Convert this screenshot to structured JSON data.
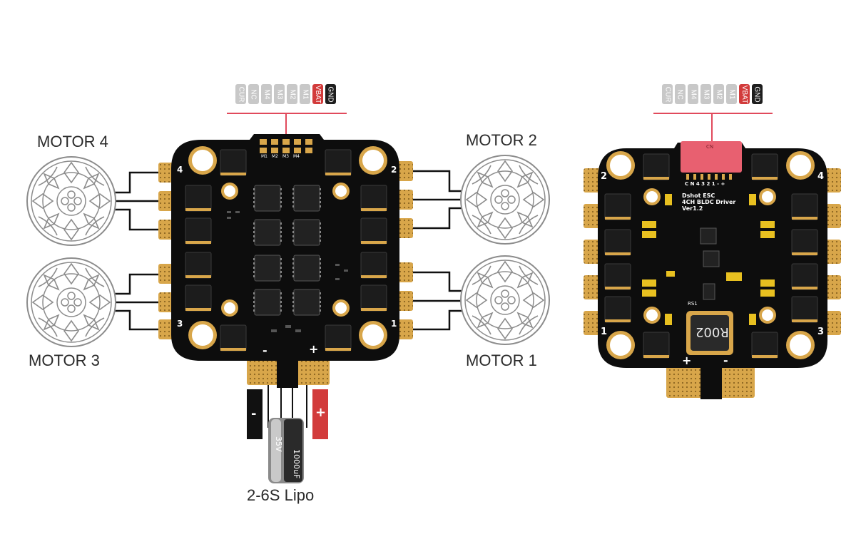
{
  "connector": {
    "pins": [
      "CUR",
      "NC",
      "M4",
      "M3",
      "M2",
      "M1",
      "VBAT",
      "GND"
    ],
    "pin_colors": {
      "default": "#c8c8c8",
      "VBAT": "#d23b3b",
      "GND": "#1e1e1e"
    }
  },
  "motors": {
    "motor1": "MOTOR 1",
    "motor2": "MOTOR 2",
    "motor3": "MOTOR 3",
    "motor4": "MOTOR 4"
  },
  "battery": {
    "label": "2-6S Lipo",
    "negative": "-",
    "positive": "+",
    "capacitor_voltage": "35V",
    "capacitor_capacity": "1000uF"
  },
  "front_board": {
    "corner_numbers": [
      "4",
      "2",
      "3",
      "1"
    ],
    "pad_labels": [
      "M1",
      "M2",
      "M3",
      "M4"
    ],
    "power_minus": "-",
    "power_plus": "+"
  },
  "back_board": {
    "title_lines": [
      "Dshot ESC",
      "4CH BLDC Driver",
      "Ver1.2"
    ],
    "connector_label": "CN",
    "connector_pins": "C N 4 3 2 1 - +",
    "corner_numbers": [
      "2",
      "4",
      "1",
      "3"
    ],
    "shunt_label": "R002",
    "shunt_ref": "RS1",
    "pad_plus": "+",
    "pad_minus": "-"
  },
  "colors": {
    "board": "#0d0d0d",
    "pad_gold": "#d8a64a",
    "accent_red": "#e14a5c",
    "wire": "#111111"
  }
}
